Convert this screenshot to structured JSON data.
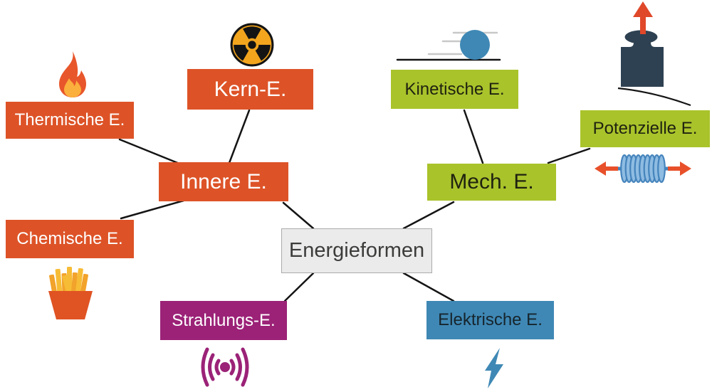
{
  "diagram": {
    "language": "de",
    "center": {
      "label": "Energieformen"
    },
    "nodes": {
      "energieformen": {
        "label": "Energieformen",
        "bg": "#EBEBEB",
        "text_color": "#3C3C3B"
      },
      "innere": {
        "label": "Innere E.",
        "bg": "#DD5327",
        "text_color": "#FFFFFF"
      },
      "thermische": {
        "label": "Thermische E.",
        "bg": "#DD5327",
        "text_color": "#FFFFFF",
        "icon": "flame-icon"
      },
      "kern": {
        "label": "Kern-E.",
        "bg": "#DD5327",
        "text_color": "#FFFFFF",
        "icon": "radiation-icon"
      },
      "chemische": {
        "label": "Chemische E.",
        "bg": "#DD5327",
        "text_color": "#FFFFFF",
        "icon": "fries-icon"
      },
      "mech": {
        "label": "Mech. E.",
        "bg": "#A9C32B",
        "text_color": "#1F2210"
      },
      "kinetische": {
        "label": "Kinetische E.",
        "bg": "#A9C32B",
        "text_color": "#1F2210",
        "icon": "rolling-ball-icon"
      },
      "potenzielle": {
        "label": "Potenzielle E.",
        "bg": "#A9C32B",
        "text_color": "#1F2210",
        "icons": [
          "weight-lift-icon",
          "spring-icon"
        ]
      },
      "strahlungs": {
        "label": "Strahlungs-E.",
        "bg": "#9B2277",
        "text_color": "#FFFFFF",
        "icon": "radio-waves-icon"
      },
      "elektrische": {
        "label": "Elektrische E.",
        "bg": "#3F88B5",
        "text_color": "#16252D",
        "icon": "lightning-icon"
      }
    },
    "edges": [
      [
        "energieformen",
        "innere"
      ],
      [
        "energieformen",
        "mech"
      ],
      [
        "energieformen",
        "strahlungs"
      ],
      [
        "energieformen",
        "elektrische"
      ],
      [
        "innere",
        "thermische"
      ],
      [
        "innere",
        "kern"
      ],
      [
        "innere",
        "chemische"
      ],
      [
        "mech",
        "kinetische"
      ],
      [
        "mech",
        "potenzielle"
      ]
    ],
    "colors": {
      "orange": "#DD5327",
      "green": "#A9C32B",
      "purple": "#9B2277",
      "blue": "#3F88B5",
      "center_bg": "#EBEBEB",
      "line": "#141414",
      "flame_outer": "#E8562B",
      "flame_inner": "#FBAF3C",
      "radiation_amber": "#F3A51D",
      "weight_dark": "#2E4152",
      "arrow_red": "#E0482A",
      "spring_blue_fill": "#8FBCE2",
      "spring_blue_stroke": "#4584BC",
      "fries_gold": "#F7BC35",
      "fries_amber": "#F2A32B",
      "speed_line_gray": "#C8C8C8"
    }
  }
}
